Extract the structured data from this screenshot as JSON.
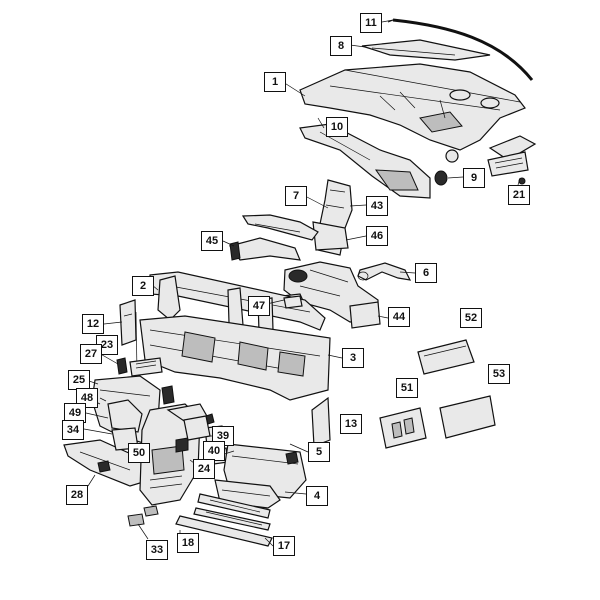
{
  "callouts": [
    {
      "id": "c11",
      "label": "11"
    },
    {
      "id": "c8",
      "label": "8"
    },
    {
      "id": "c1",
      "label": "1"
    },
    {
      "id": "c10",
      "label": "10"
    },
    {
      "id": "c9",
      "label": "9"
    },
    {
      "id": "c21",
      "label": "21"
    },
    {
      "id": "c7",
      "label": "7"
    },
    {
      "id": "c43",
      "label": "43"
    },
    {
      "id": "c45",
      "label": "45"
    },
    {
      "id": "c46",
      "label": "46"
    },
    {
      "id": "c6",
      "label": "6"
    },
    {
      "id": "c2",
      "label": "2"
    },
    {
      "id": "c47",
      "label": "47"
    },
    {
      "id": "c44",
      "label": "44"
    },
    {
      "id": "c12",
      "label": "12"
    },
    {
      "id": "c52",
      "label": "52"
    },
    {
      "id": "c23",
      "label": "23"
    },
    {
      "id": "c27",
      "label": "27"
    },
    {
      "id": "c3",
      "label": "3"
    },
    {
      "id": "c25",
      "label": "25"
    },
    {
      "id": "c51",
      "label": "51"
    },
    {
      "id": "c53",
      "label": "53"
    },
    {
      "id": "c48",
      "label": "48"
    },
    {
      "id": "c49",
      "label": "49"
    },
    {
      "id": "c13",
      "label": "13"
    },
    {
      "id": "c34",
      "label": "34"
    },
    {
      "id": "c39",
      "label": "39"
    },
    {
      "id": "c40",
      "label": "40"
    },
    {
      "id": "c5",
      "label": "5"
    },
    {
      "id": "c50",
      "label": "50"
    },
    {
      "id": "c24",
      "label": "24"
    },
    {
      "id": "c28",
      "label": "28"
    },
    {
      "id": "c4",
      "label": "4"
    },
    {
      "id": "c18",
      "label": "18"
    },
    {
      "id": "c17",
      "label": "17"
    },
    {
      "id": "c33",
      "label": "33"
    }
  ]
}
